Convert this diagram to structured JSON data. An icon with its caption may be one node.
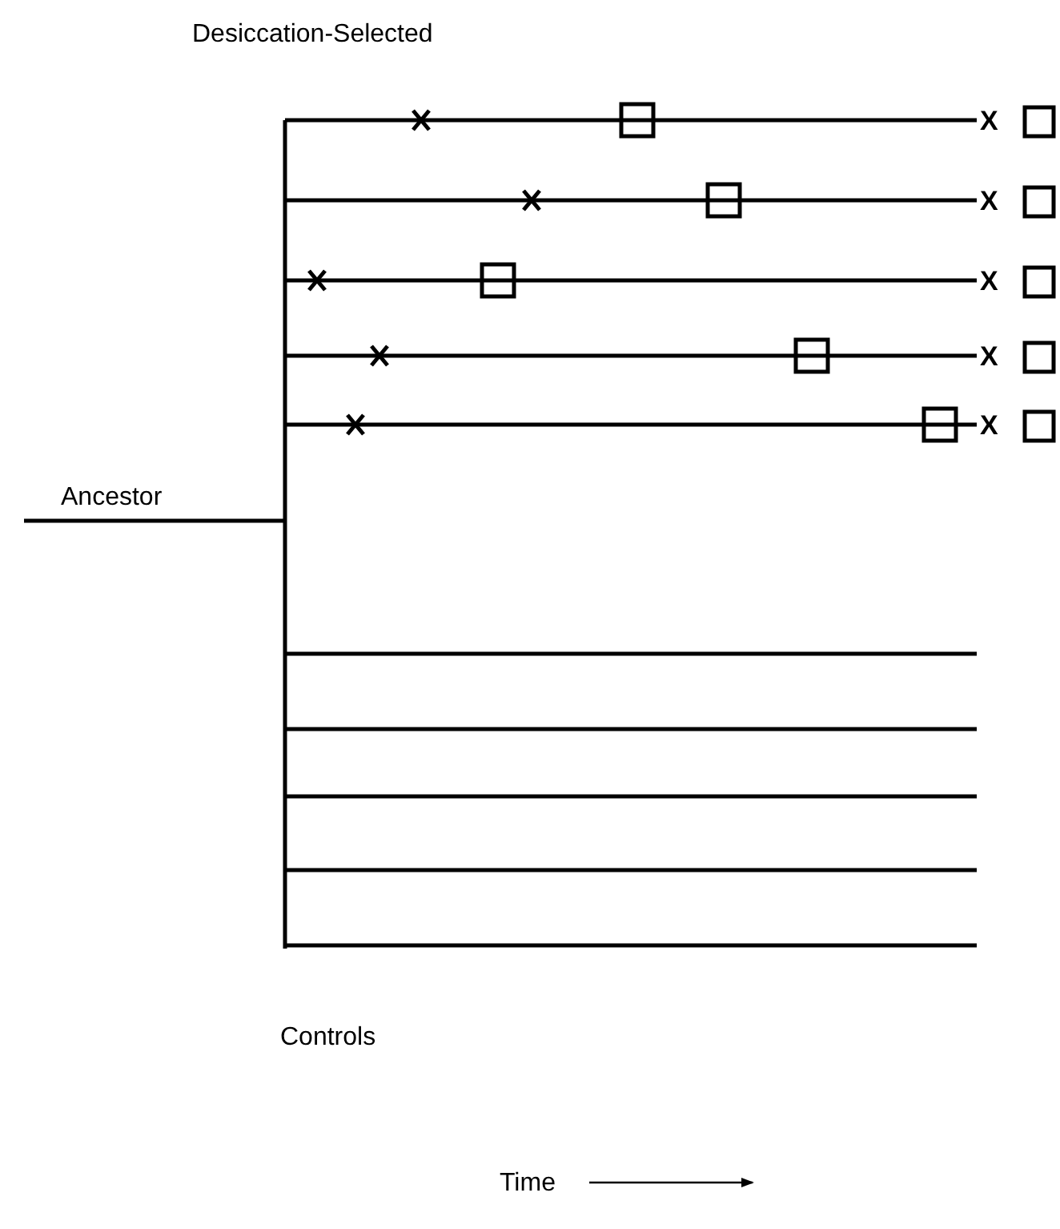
{
  "diagram": {
    "labels": [
      "Desiccation-Selected",
      "X",
      "X",
      "X",
      "X",
      "X",
      "Ancestor",
      "Controls",
      "Time"
    ]
  }
}
